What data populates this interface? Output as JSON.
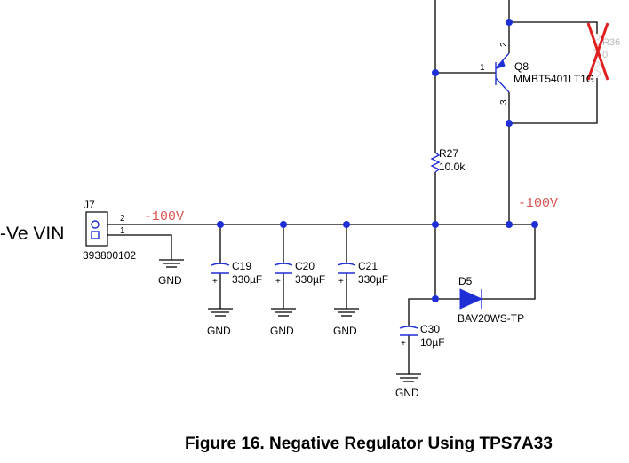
{
  "diagram": {
    "input_label": "-Ve VIN",
    "caption": "Figure 16. Negative Regulator Using TPS7A33",
    "net_labels": {
      "input_voltage": "-100V",
      "node_voltage": "-100V"
    },
    "connector": {
      "ref": "J7",
      "part": "393800102",
      "pin_top": "2",
      "pin_bottom": "1"
    },
    "transistor": {
      "ref": "Q8",
      "part": "MMBT5401LT1G",
      "pin_base": "1",
      "pin_emitter": "2",
      "pin_collector": "3"
    },
    "resistor_r27": {
      "ref": "R27",
      "value": "10.0k"
    },
    "resistor_r36": {
      "ref": "R36",
      "value": "0"
    },
    "diode": {
      "ref": "D5",
      "part": "BAV20WS-TP"
    },
    "capacitors": [
      {
        "ref": "C19",
        "value": "330µF",
        "polarity": "+"
      },
      {
        "ref": "C20",
        "value": "330µF",
        "polarity": "+"
      },
      {
        "ref": "C21",
        "value": "330µF",
        "polarity": "+"
      },
      {
        "ref": "C30",
        "value": "10µF",
        "polarity": "+"
      }
    ],
    "ground_label": "GND",
    "colors": {
      "component": "#1f2fd6",
      "net_label": "#d9534f",
      "dnp_mark": "#e02020",
      "dnp_text": "#b8b8b8"
    }
  }
}
